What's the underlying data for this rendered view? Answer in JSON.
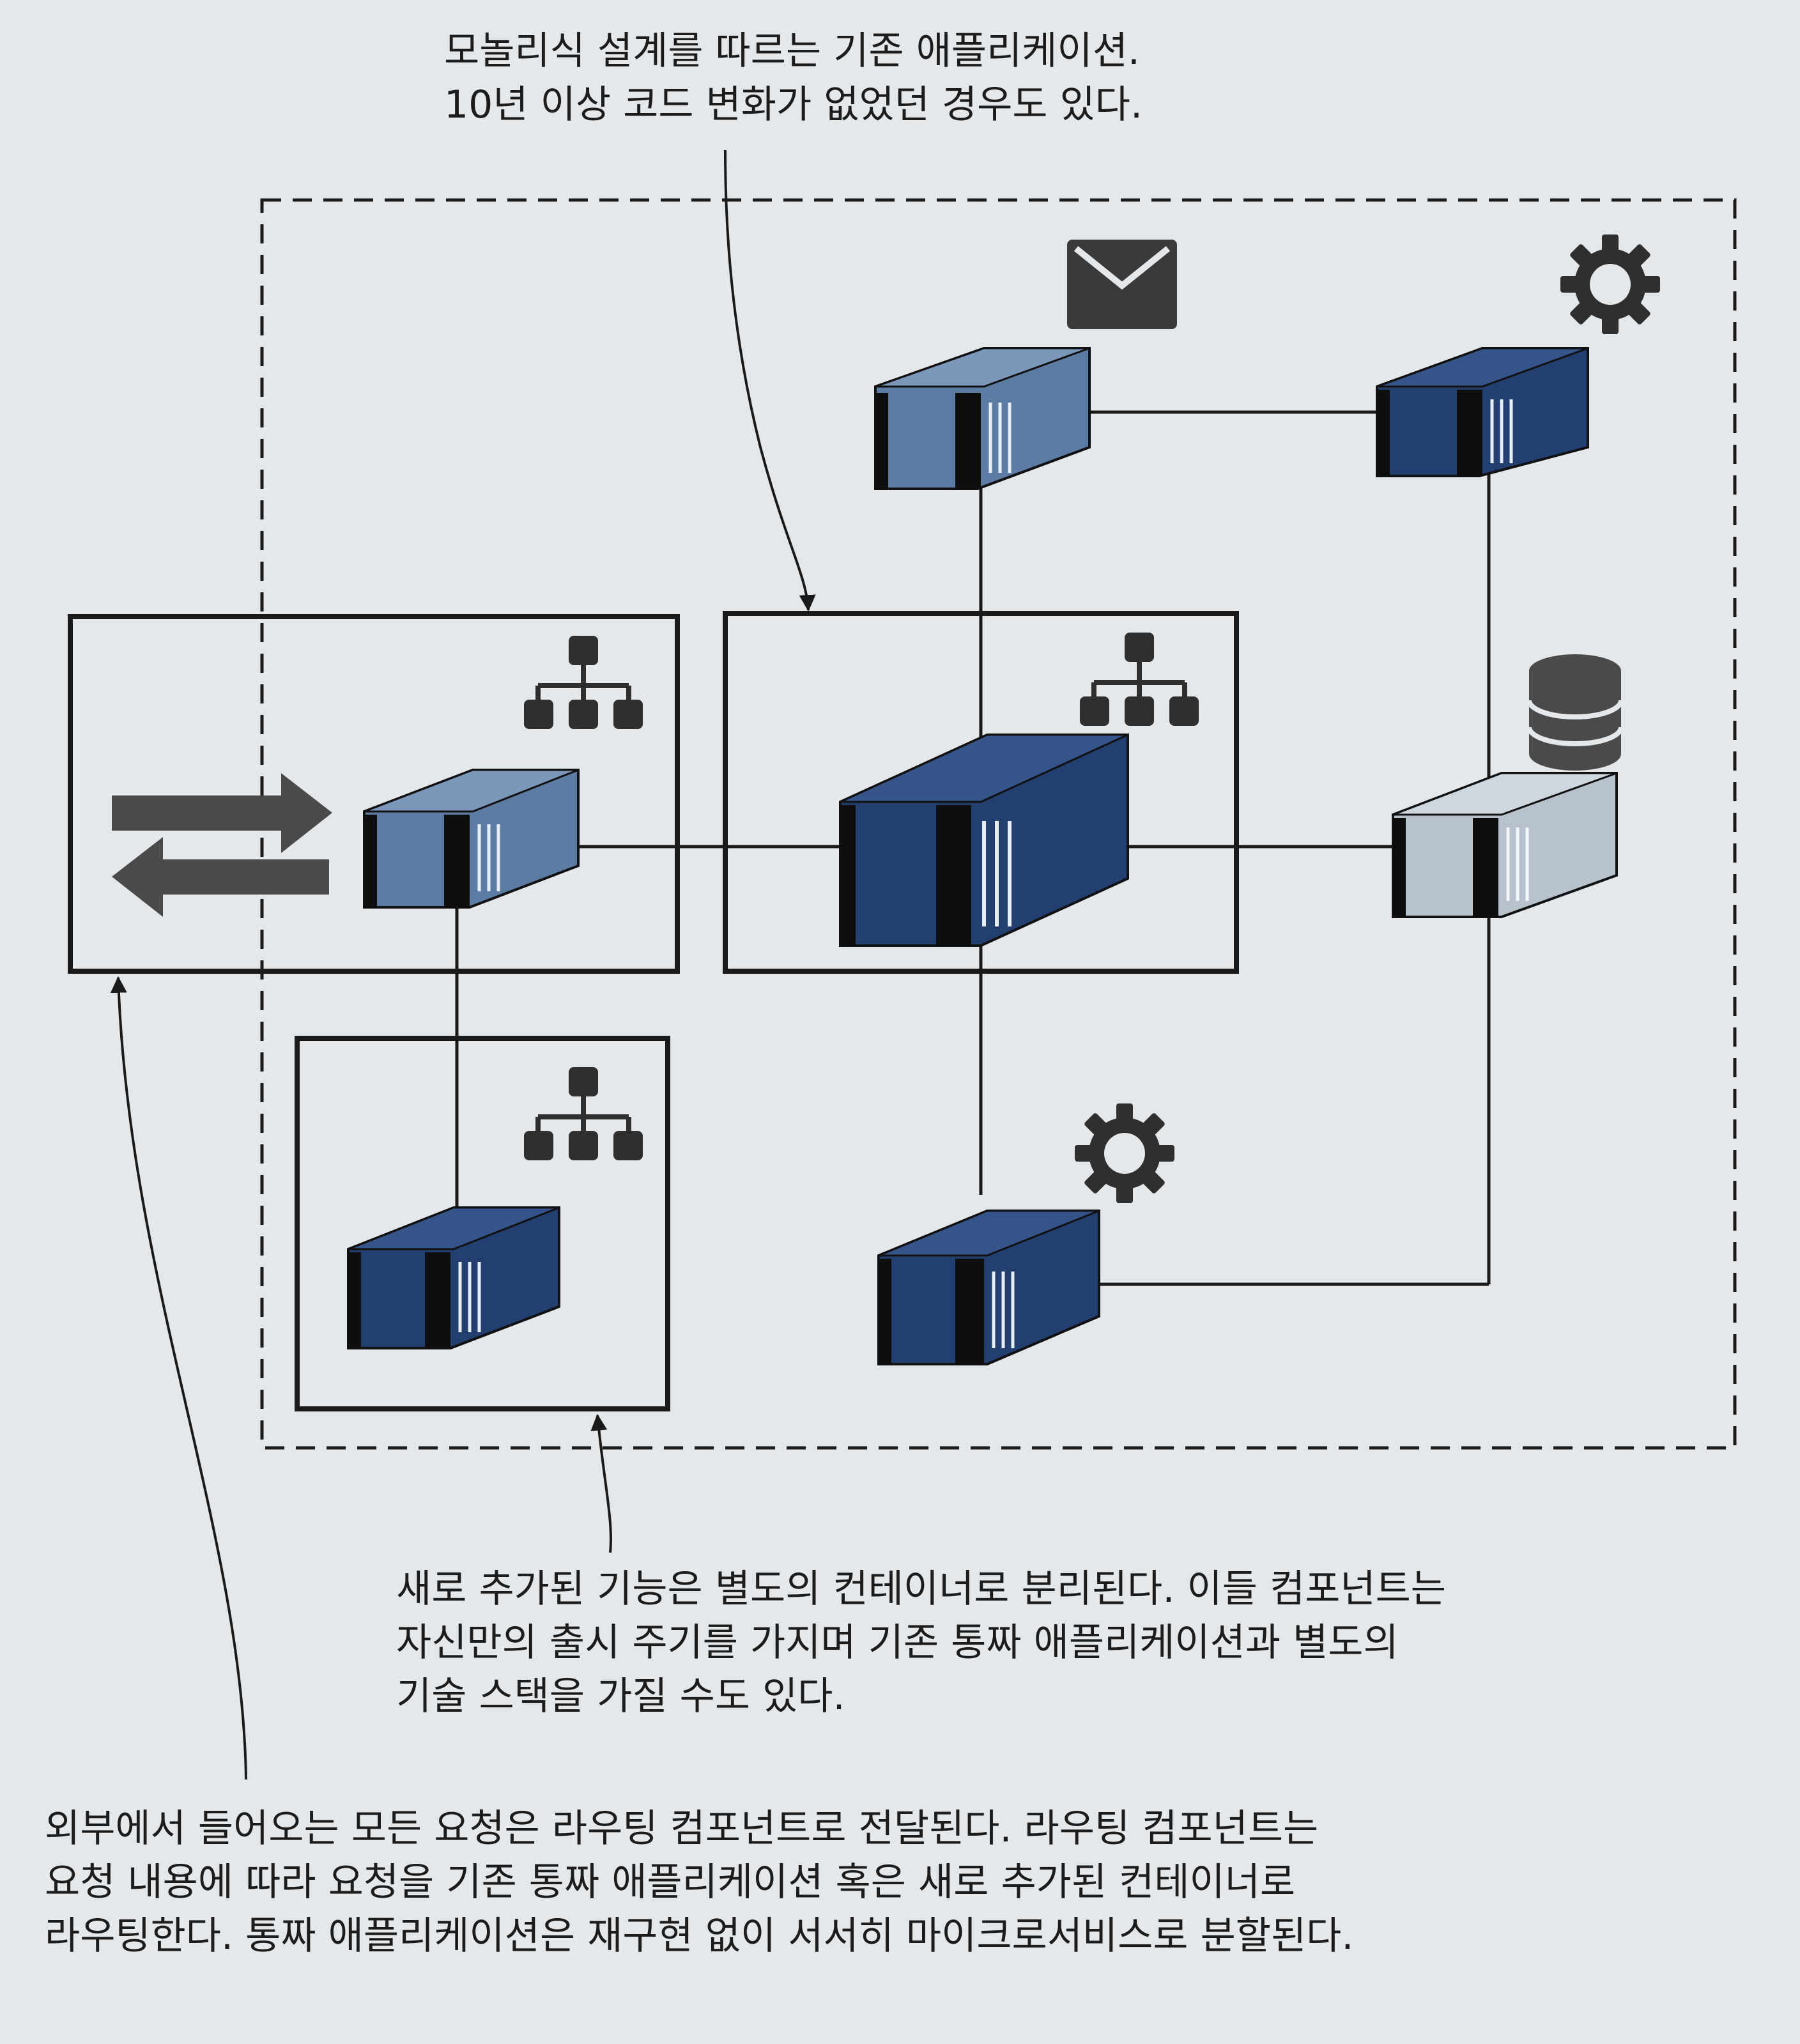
{
  "annotations": {
    "top": [
      "모놀리식 설계를 따르는 기존 애플리케이션.",
      "10년 이상 코드 변화가 없었던 경우도 있다."
    ],
    "middle": [
      "새로 추가된 기능은 별도의 컨테이너로 분리된다. 이들 컴포넌트는",
      "자신만의 출시 주기를 가지며 기존 통짜 애플리케이션과 별도의",
      "기술 스택을 가질 수도 있다."
    ],
    "bottom": [
      "외부에서 들어오는 모든 요청은 라우팅 컴포넌트로 전달된다. 라우팅 컴포넌트는",
      "요청 내용에 따라 요청을 기존 통짜 애플리케이션 혹은 새로 추가된 컨테이너로",
      "라우팅한다. 통짜 애플리케이션은 재구현 없이 서서히 마이크로서비스로 분할된다."
    ]
  },
  "icons": {
    "routing_arrows": "bidirectional-arrows-icon",
    "hierarchy": "org-chart-icon",
    "mail": "envelope-icon",
    "settings": "gear-icon",
    "database": "database-icon"
  },
  "colors": {
    "container_dark": "#233f70",
    "container_medium": "#5d7ca3",
    "container_light": "#b8c2cc",
    "line": "#1a1a1a",
    "icon": "#3a3a3a"
  }
}
